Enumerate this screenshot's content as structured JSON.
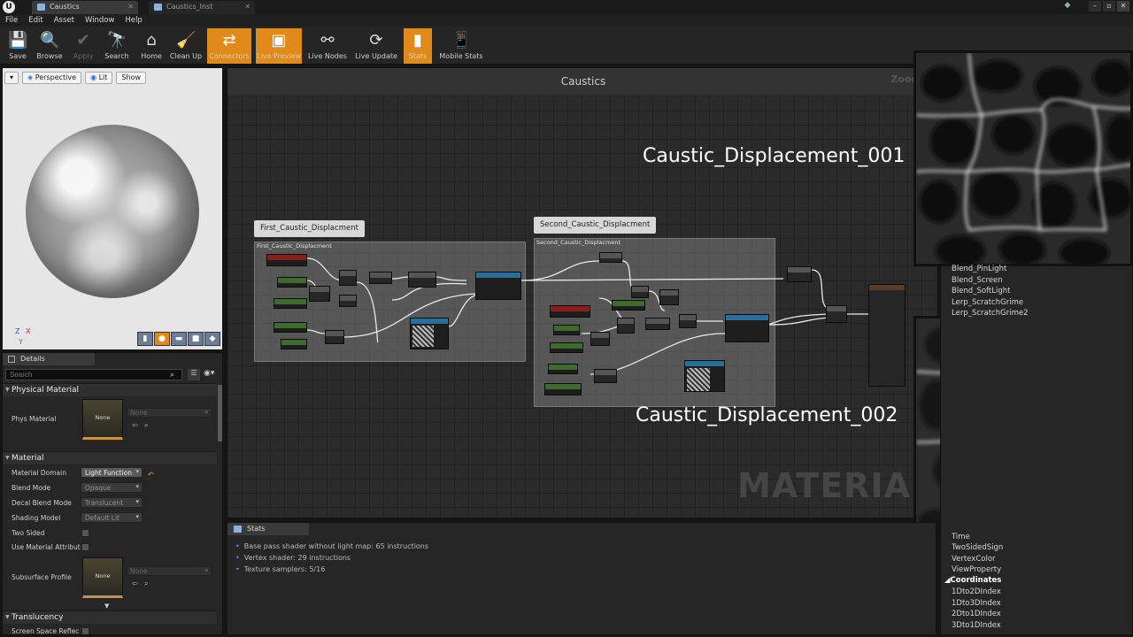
{
  "window": {
    "tabs": [
      {
        "label": "Caustics",
        "active": true
      },
      {
        "label": "Caustics_Inst",
        "active": false
      }
    ],
    "logo": "U"
  },
  "menu": [
    "File",
    "Edit",
    "Asset",
    "Window",
    "Help"
  ],
  "toolbar": [
    {
      "label": "Save",
      "icon": "save-icon",
      "glyph": "💾",
      "state": "normal"
    },
    {
      "label": "Browse",
      "icon": "browse-icon",
      "glyph": "🔍",
      "state": "normal"
    },
    {
      "label": "Apply",
      "icon": "apply-icon",
      "glyph": "✔",
      "state": "disabled"
    },
    {
      "label": "Search",
      "icon": "search-icon",
      "glyph": "🔭",
      "state": "normal"
    },
    {
      "label": "Home",
      "icon": "home-icon",
      "glyph": "⌂",
      "state": "normal"
    },
    {
      "label": "Clean Up",
      "icon": "clean-up-icon",
      "glyph": "🧹",
      "state": "normal"
    },
    {
      "label": "Connectors",
      "icon": "connectors-icon",
      "glyph": "⇄",
      "state": "active"
    },
    {
      "label": "Live Preview",
      "icon": "live-preview-icon",
      "glyph": "▣",
      "state": "active"
    },
    {
      "label": "Live Nodes",
      "icon": "live-nodes-icon",
      "glyph": "⚯",
      "state": "normal"
    },
    {
      "label": "Live Update",
      "icon": "live-update-icon",
      "glyph": "⟳",
      "state": "normal"
    },
    {
      "label": "Stats",
      "icon": "stats-icon",
      "glyph": "▮",
      "state": "active"
    },
    {
      "label": "Mobile Stats",
      "icon": "mobile-stats-icon",
      "glyph": "📱",
      "state": "normal"
    }
  ],
  "viewport": {
    "dropdown": "▾",
    "perspective": "Perspective",
    "lit": "Lit",
    "show": "Show",
    "axis": {
      "x": "X",
      "y": "Y",
      "z": "Z"
    }
  },
  "details": {
    "tab": "Details",
    "search_placeholder": "Search",
    "sections": {
      "physical": "Physical Material",
      "material": "Material",
      "translucency": "Translucency"
    },
    "phys_material": {
      "label": "Phys Material",
      "thumb": "None",
      "value": "None"
    },
    "material_domain": {
      "label": "Material Domain",
      "value": "Light Function"
    },
    "blend_mode": {
      "label": "Blend Mode",
      "value": "Opaque"
    },
    "decal_blend_mode": {
      "label": "Decal Blend Mode",
      "value": "Translucent"
    },
    "shading_model": {
      "label": "Shading Model",
      "value": "Default Lit"
    },
    "two_sided": {
      "label": "Two Sided"
    },
    "use_material_attributes": {
      "label": "Use Material Attribut"
    },
    "subsurface_profile": {
      "label": "Subsurface Profile",
      "thumb": "None",
      "value": "None"
    },
    "screen_space_reflections": {
      "label": "Screen Space Reflec"
    }
  },
  "graph": {
    "title": "Caustics",
    "zoom": "Zoom",
    "watermark": "MATERIA",
    "comments": [
      {
        "tab": "First_Caustic_Displacment",
        "title": "First_Caustic_Displacment"
      },
      {
        "tab": "Second_Caustic_Displacment",
        "title": "Second_Caustic_Displacment"
      }
    ]
  },
  "previews": [
    {
      "label": "Caustic_Displacement_001"
    },
    {
      "label": "Caustic_Displacement_002"
    }
  ],
  "palette": {
    "top_items": [
      "Blend_PinLight",
      "Blend_Screen",
      "Blend_SoftLight",
      "Lerp_ScratchGrime",
      "Lerp_ScratchGrime2"
    ],
    "bottom_items": [
      "Time",
      "TwoSidedSign",
      "VertexColor",
      "ViewProperty"
    ],
    "category": "Coordinates",
    "category_items": [
      "1Dto2DIndex",
      "1Dto3DIndex",
      "2Dto1DIndex",
      "3Dto1DIndex"
    ]
  },
  "stats": {
    "tab": "Stats",
    "lines": [
      "Base pass shader without light map: 65 instructions",
      "Vertex shader: 29 instructions",
      "Texture samplers: 5/16"
    ]
  }
}
